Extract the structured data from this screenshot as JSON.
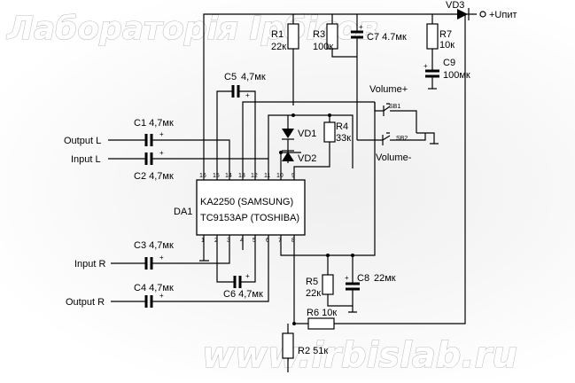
{
  "watermark": {
    "top": "Лабораторія Ірбісов",
    "bottom": "www.irbislab.ru"
  },
  "ic": {
    "ref": "DA1",
    "line1": "KA2250 (SAMSUNG)",
    "line2": "TC9153AP (TOSHIBA)",
    "pins_top": [
      "16",
      "15",
      "14",
      "13",
      "12",
      "11",
      "10",
      "9"
    ],
    "pins_bottom": [
      "1",
      "2",
      "3",
      "4",
      "5",
      "6",
      "7",
      "8"
    ]
  },
  "power": {
    "label": "+Uпит"
  },
  "components": {
    "vd3": "VD3",
    "r1_ref": "R1",
    "r1_val": "22к",
    "r3_ref": "R3",
    "r3_val": "100к",
    "c7": "C7  4.7мк",
    "r7_ref": "R7",
    "r7_val": "10к",
    "c9_ref": "C9",
    "c9_val": "100мк",
    "c5_ref": "C5",
    "c5_val": "4,7мк",
    "vd1": "VD1",
    "vd2": "VD2",
    "r4_ref": "R4",
    "r4_val": "33к",
    "c1": "C1  4,7мк",
    "c2": "C2  4,7мк",
    "c3": "C3  4,7мк",
    "c4": "C4  4,7мк",
    "c6": "C6  4,7мк",
    "r5_ref": "R5",
    "r5_val": "22к",
    "c8_ref": "C8",
    "c8_val": "22мк",
    "r6": "R6  10к",
    "r2": "R2  51к"
  },
  "io": {
    "output_l": "Output L",
    "input_l": "Input L",
    "input_r": "Input R",
    "output_r": "Output R"
  },
  "controls": {
    "vol_up": "Volume+",
    "vol_down": "Volume-",
    "sb1": "SB1",
    "sb2": "SB2"
  },
  "plus": "+"
}
